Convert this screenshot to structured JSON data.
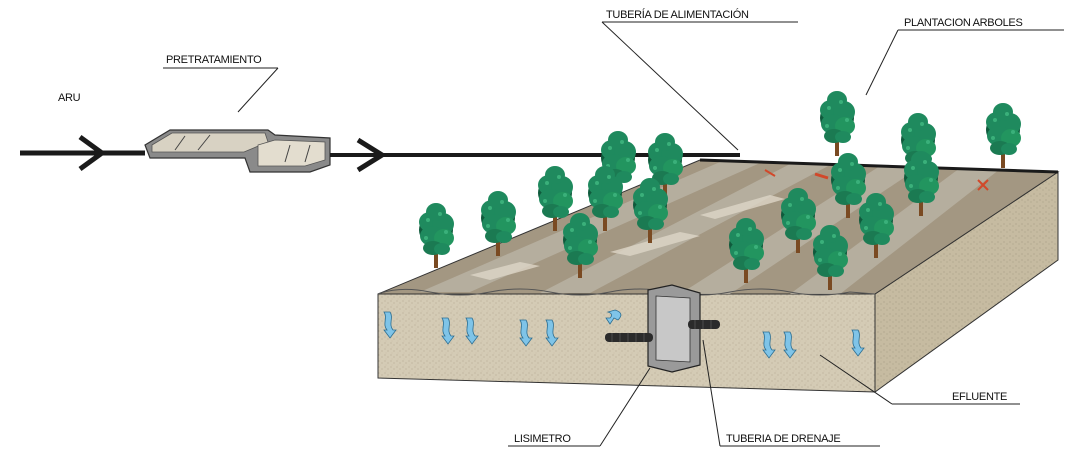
{
  "labels": {
    "aru": "ARU",
    "pretratamiento": "PRETRATAMIENTO",
    "tuberia_alimentacion": "TUBERÍA DE ALIMENTACIÓN",
    "plantacion_arboles": "PLANTACION ARBOLES",
    "lisimetro": "LISIMETRO",
    "tuberia_drenaje": "TUBERIA DE DRENAJE",
    "efluente": "EFLUENTE"
  },
  "colors": {
    "pipe": "#1a1a1a",
    "tree_foliage": "#1f8a5e",
    "tree_shadow": "#0f5a3c",
    "trunk": "#7a4a22",
    "surface": "#a39782",
    "soil_front": "#d4cbb5",
    "soil_side": "#c9bfa6",
    "water_arrow": "#7fc4e8",
    "furrow": "#b9b2a3",
    "emitter": "#d2482a"
  }
}
